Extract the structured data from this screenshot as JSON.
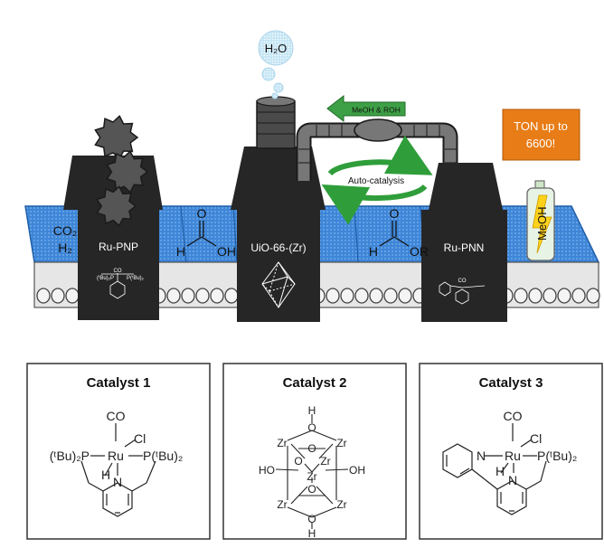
{
  "top": {
    "water": "H₂O",
    "arrow_label": "MeOH & ROH",
    "autocatalysis": "Auto-catalysis",
    "ton_label": "TON up to 6600!",
    "ton_line1": "TON up to",
    "ton_line2": "6600!",
    "co2": "CO₂",
    "h2": "H₂",
    "formic_h": "H",
    "formic_o": "O",
    "formic_oh": "OH",
    "ester_h": "H",
    "ester_o": "O",
    "ester_or": "OR",
    "meoh": "MeOH"
  },
  "stations": [
    {
      "label": "Ru-PNP"
    },
    {
      "label": "UiO-66-(Zr)"
    },
    {
      "label": "Ru-PNN"
    }
  ],
  "cards": [
    {
      "title": "Catalyst 1",
      "co": "CO",
      "cl": "Cl",
      "ru": "Ru",
      "h": "H",
      "n": "N",
      "left_p": "(ᵗBu)₂P",
      "right_p": "P(ᵗBu)₂"
    },
    {
      "title": "Catalyst 2",
      "zr": "Zr",
      "o": "O",
      "h": "H",
      "oh": "OH",
      "ho": "HO"
    },
    {
      "title": "Catalyst 3",
      "co": "CO",
      "cl": "Cl",
      "ru": "Ru",
      "h": "H",
      "n": "N",
      "n2": "N",
      "right_p": "P(ᵗBu)₂"
    }
  ],
  "colors": {
    "belt": "#3e86d8",
    "belt_edge": "#1f5ea8",
    "machine": "#262626",
    "roller_bg": "#d9d9d9",
    "green": "#2f9e3a",
    "orange": "#e87c16",
    "bubble": "#bfe2f3"
  }
}
